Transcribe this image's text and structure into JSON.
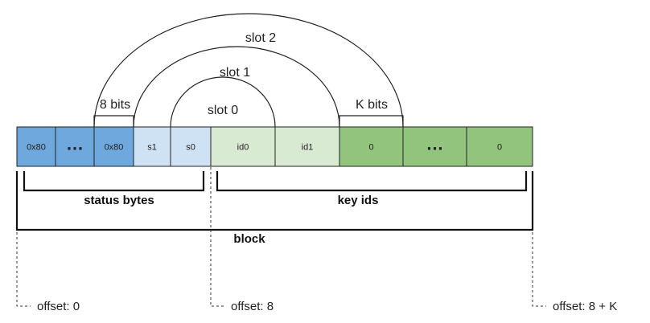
{
  "colors": {
    "status_dark": "#6fa8dc",
    "status_light": "#cfe2f3",
    "key_light": "#d9ead3",
    "key_dark": "#93c47d",
    "stroke": "#222222"
  },
  "cells": [
    {
      "label": "0x80",
      "shade": "status_dark"
    },
    {
      "label": "…",
      "shade": "status_dark"
    },
    {
      "label": "0x80",
      "shade": "status_dark"
    },
    {
      "label": "s1",
      "shade": "status_light"
    },
    {
      "label": "s0",
      "shade": "status_light"
    },
    {
      "label": "id0",
      "shade": "key_light"
    },
    {
      "label": "id1",
      "shade": "key_light"
    },
    {
      "label": "0",
      "shade": "key_dark"
    },
    {
      "label": "…",
      "shade": "key_dark"
    },
    {
      "label": "0",
      "shade": "key_dark"
    }
  ],
  "arcs": {
    "slot0": "slot 0",
    "slot1": "slot 1",
    "slot2": "slot 2"
  },
  "widths": {
    "status_width": "8 bits",
    "key_width": "K bits"
  },
  "brackets": {
    "status": "status bytes",
    "keys": "key ids",
    "block": "block"
  },
  "offsets": {
    "start": "offset: 0",
    "middle": "offset: 8",
    "end": "offset: 8 + K"
  }
}
